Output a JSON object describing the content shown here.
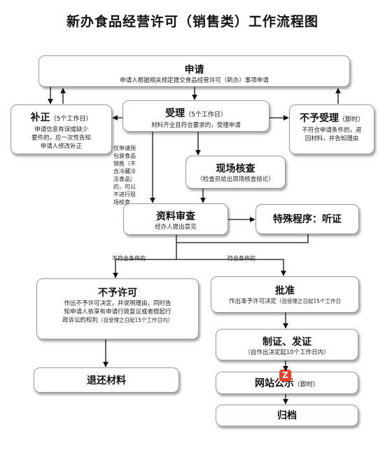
{
  "title": "新办食品经营许可（销售类）工作流程图",
  "apply": {
    "head": "申请",
    "desc": "申请人根据相关规定提交食品经营许可（新办）事项申请"
  },
  "correction": {
    "head": "补正",
    "paren": "（5个工作日）",
    "desc1": "申请信息有误或缺少",
    "desc2": "要件的，应一次性告知",
    "desc3": "申请人修改补正"
  },
  "accept": {
    "head": "受理",
    "paren": "（5个工作日）",
    "desc": "材料齐全且符合要求的，受理申请"
  },
  "reject_accept": {
    "head": "不予受理",
    "paren": "（即时）",
    "desc1": "不符合申请条件的，退",
    "desc2": "回材料，并告知理由"
  },
  "prepack_note": {
    "l1": "仅申请预",
    "l2": "包装食品",
    "l3": "销售（不",
    "l4": "含冷藏冷",
    "l5": "冻食品）",
    "l6": "的，可以",
    "l7": "不进行现",
    "l8": "场核查"
  },
  "site_check": {
    "head": "现场核查",
    "desc": "（检查员给出现场核查结论）"
  },
  "review": {
    "head": "资料审查",
    "desc": "经办人提出意见"
  },
  "special": {
    "head": "特殊程序：听证"
  },
  "label_fail": "不符合条件的",
  "label_pass": "符合条件的",
  "deny": {
    "head": "不予许可",
    "desc1": "作出不予许可决定，并说明理由，同时告",
    "desc2": "知申请人依享有申请行政复议或者提起行",
    "desc3": "政诉讼的权利",
    "paren": "（自受理之日起15个工作日内）"
  },
  "approve": {
    "head": "批准",
    "desc": "作出准予许可决定",
    "paren": "（自受理之日起15个工作日"
  },
  "return_materials": {
    "head": "退还材料"
  },
  "certificate": {
    "head": "制证、发证",
    "desc": "（自作出决定起10个工作日内）"
  },
  "publicity": {
    "head": "网站公示",
    "paren": "（即时）"
  },
  "archive": {
    "head": "归档"
  },
  "badge_glyph": "Z",
  "colors": {
    "border": "#9a9a9a",
    "arrow": "#111111",
    "badge": "#e8402a"
  }
}
